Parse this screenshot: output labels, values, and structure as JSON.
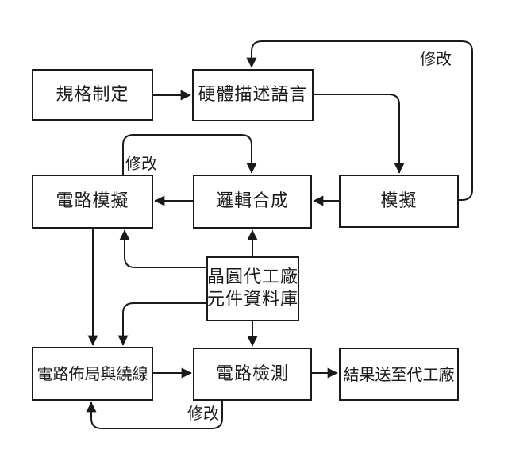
{
  "diagram": {
    "background_color": "#ffffff",
    "line_color": "#1a1a1a",
    "nodes": {
      "spec": {
        "label": "規格制定"
      },
      "hdl": {
        "label": "硬體描述語言"
      },
      "circuit_sim": {
        "label": "電路模擬"
      },
      "logic_synth": {
        "label": "邏輯合成"
      },
      "sim": {
        "label": "模擬"
      },
      "foundry_db": {
        "label_line1": "晶圓代工廠",
        "label_line2": "元件資料庫"
      },
      "layout_route": {
        "label": "電路佈局與繞線"
      },
      "check": {
        "label": "電路檢測"
      },
      "result": {
        "label": "結果送至代工廠"
      }
    },
    "edge_labels": {
      "modify_top": "修改",
      "modify_mid": "修改",
      "modify_bottom": "修改"
    },
    "edges": [
      {
        "from": "規格制定",
        "to": "硬體描述語言"
      },
      {
        "from": "硬體描述語言",
        "to": "模擬"
      },
      {
        "from": "模擬",
        "to": "硬體描述語言",
        "label": "修改"
      },
      {
        "from": "模擬",
        "to": "邏輯合成"
      },
      {
        "from": "邏輯合成",
        "to": "電路模擬"
      },
      {
        "from": "電路模擬",
        "to": "邏輯合成",
        "label": "修改"
      },
      {
        "from": "電路模擬",
        "to": "電路佈局與繞線"
      },
      {
        "from": "晶圓代工廠元件資料庫",
        "to": "邏輯合成"
      },
      {
        "from": "晶圓代工廠元件資料庫",
        "to": "電路模擬"
      },
      {
        "from": "晶圓代工廠元件資料庫",
        "to": "電路佈局與繞線"
      },
      {
        "from": "晶圓代工廠元件資料庫",
        "to": "電路檢測"
      },
      {
        "from": "電路佈局與繞線",
        "to": "電路檢測"
      },
      {
        "from": "電路檢測",
        "to": "結果送至代工廠"
      },
      {
        "from": "電路檢測",
        "to": "電路佈局與繞線",
        "label": "修改"
      }
    ]
  }
}
